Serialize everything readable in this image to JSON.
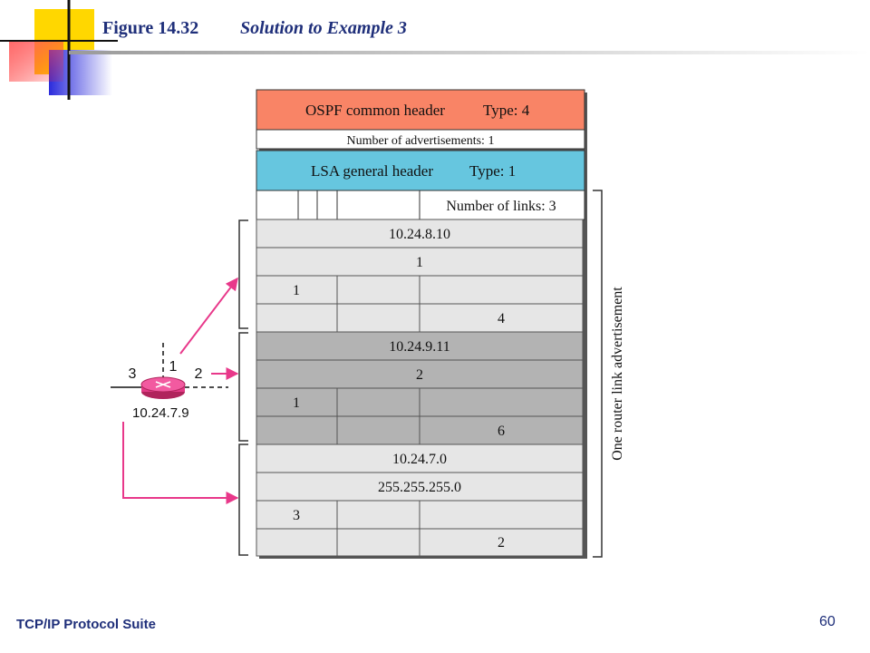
{
  "title": {
    "figure": "Figure 14.32",
    "caption": "Solution to Example 3"
  },
  "packet": {
    "ospf_header": "OSPF common header",
    "ospf_type": "Type: 4",
    "num_ads": "Number of advertisements: 1",
    "lsa_header": "LSA general header",
    "lsa_type": "Type: 1",
    "num_links": "Number of links: 3",
    "links": [
      {
        "id": "10.24.8.10",
        "data": "1",
        "type": "1",
        "metric": "4"
      },
      {
        "id": "10.24.9.11",
        "data": "2",
        "type": "1",
        "metric": "6"
      },
      {
        "id": "10.24.7.0",
        "data": "255.255.255.0",
        "type": "3",
        "metric": "2"
      }
    ],
    "side_label": "One router link advertisement"
  },
  "router": {
    "address": "10.24.7.9",
    "ports": [
      "3",
      "1",
      "2"
    ]
  },
  "colors": {
    "ospf": "#f98466",
    "lsa": "#66c6df",
    "row_light": "#e6e6e6",
    "row_dark": "#b3b3b3",
    "arrow": "#e8388a"
  },
  "footer": {
    "left": "TCP/IP Protocol Suite",
    "page": "60"
  }
}
